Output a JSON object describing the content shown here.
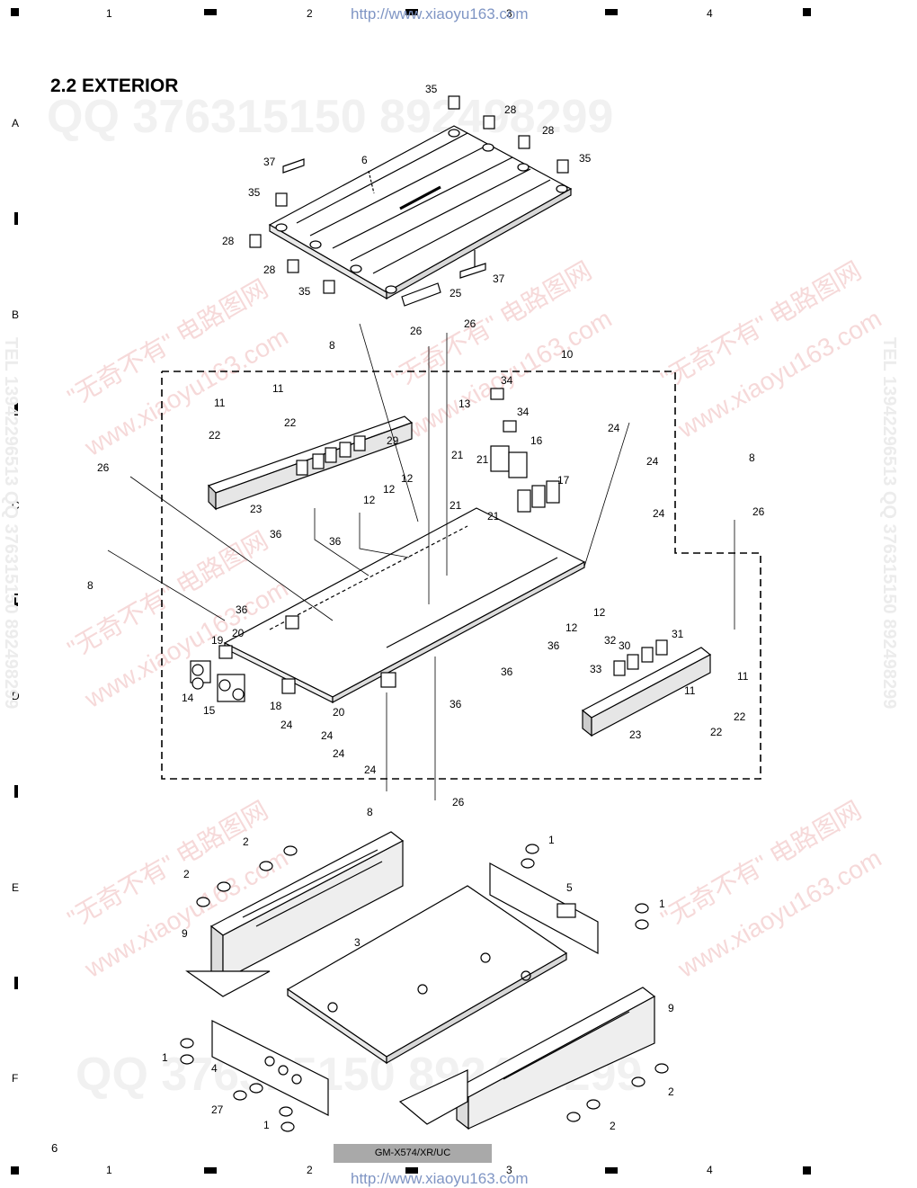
{
  "header_url": "http://www.xiaoyu163.com",
  "footer_url": "http://www.xiaoyu163.com",
  "section_title": "2.2 EXTERIOR",
  "grid": {
    "columns": [
      "1",
      "2",
      "3",
      "4"
    ],
    "rows": [
      "A",
      "B",
      "C",
      "D",
      "E",
      "F"
    ]
  },
  "watermarks": {
    "qq": "QQ 376315150   892498299",
    "tel": "TEL 13942296513   QQ 376315150   892498299",
    "site_cn": "\"无奇不有\" 电路图网",
    "site_url": "www.xiaoyu163.com"
  },
  "callouts": [
    {
      "n": "35"
    },
    {
      "n": "28"
    },
    {
      "n": "28"
    },
    {
      "n": "35"
    },
    {
      "n": "6"
    },
    {
      "n": "37"
    },
    {
      "n": "35"
    },
    {
      "n": "28"
    },
    {
      "n": "28"
    },
    {
      "n": "35"
    },
    {
      "n": "37"
    },
    {
      "n": "25"
    },
    {
      "n": "8"
    },
    {
      "n": "26"
    },
    {
      "n": "26"
    },
    {
      "n": "10"
    },
    {
      "n": "11"
    },
    {
      "n": "11"
    },
    {
      "n": "22"
    },
    {
      "n": "22"
    },
    {
      "n": "29"
    },
    {
      "n": "12"
    },
    {
      "n": "12"
    },
    {
      "n": "12"
    },
    {
      "n": "23"
    },
    {
      "n": "26"
    },
    {
      "n": "36"
    },
    {
      "n": "36"
    },
    {
      "n": "13"
    },
    {
      "n": "34"
    },
    {
      "n": "34"
    },
    {
      "n": "16"
    },
    {
      "n": "21"
    },
    {
      "n": "21"
    },
    {
      "n": "21"
    },
    {
      "n": "21"
    },
    {
      "n": "17"
    },
    {
      "n": "24"
    },
    {
      "n": "24"
    },
    {
      "n": "24"
    },
    {
      "n": "8"
    },
    {
      "n": "26"
    },
    {
      "n": "8"
    },
    {
      "n": "36"
    },
    {
      "n": "19"
    },
    {
      "n": "20"
    },
    {
      "n": "14"
    },
    {
      "n": "15"
    },
    {
      "n": "18"
    },
    {
      "n": "24"
    },
    {
      "n": "24"
    },
    {
      "n": "24"
    },
    {
      "n": "24"
    },
    {
      "n": "20"
    },
    {
      "n": "36"
    },
    {
      "n": "36"
    },
    {
      "n": "36"
    },
    {
      "n": "12"
    },
    {
      "n": "12"
    },
    {
      "n": "32"
    },
    {
      "n": "30"
    },
    {
      "n": "31"
    },
    {
      "n": "33"
    },
    {
      "n": "11"
    },
    {
      "n": "11"
    },
    {
      "n": "22"
    },
    {
      "n": "22"
    },
    {
      "n": "23"
    },
    {
      "n": "8"
    },
    {
      "n": "26"
    },
    {
      "n": "2"
    },
    {
      "n": "2"
    },
    {
      "n": "9"
    },
    {
      "n": "3"
    },
    {
      "n": "1"
    },
    {
      "n": "5"
    },
    {
      "n": "1"
    },
    {
      "n": "9"
    },
    {
      "n": "1"
    },
    {
      "n": "4"
    },
    {
      "n": "27"
    },
    {
      "n": "1"
    },
    {
      "n": "2"
    },
    {
      "n": "2"
    }
  ],
  "page_number": "6",
  "model": "GM-X574/XR/UC"
}
